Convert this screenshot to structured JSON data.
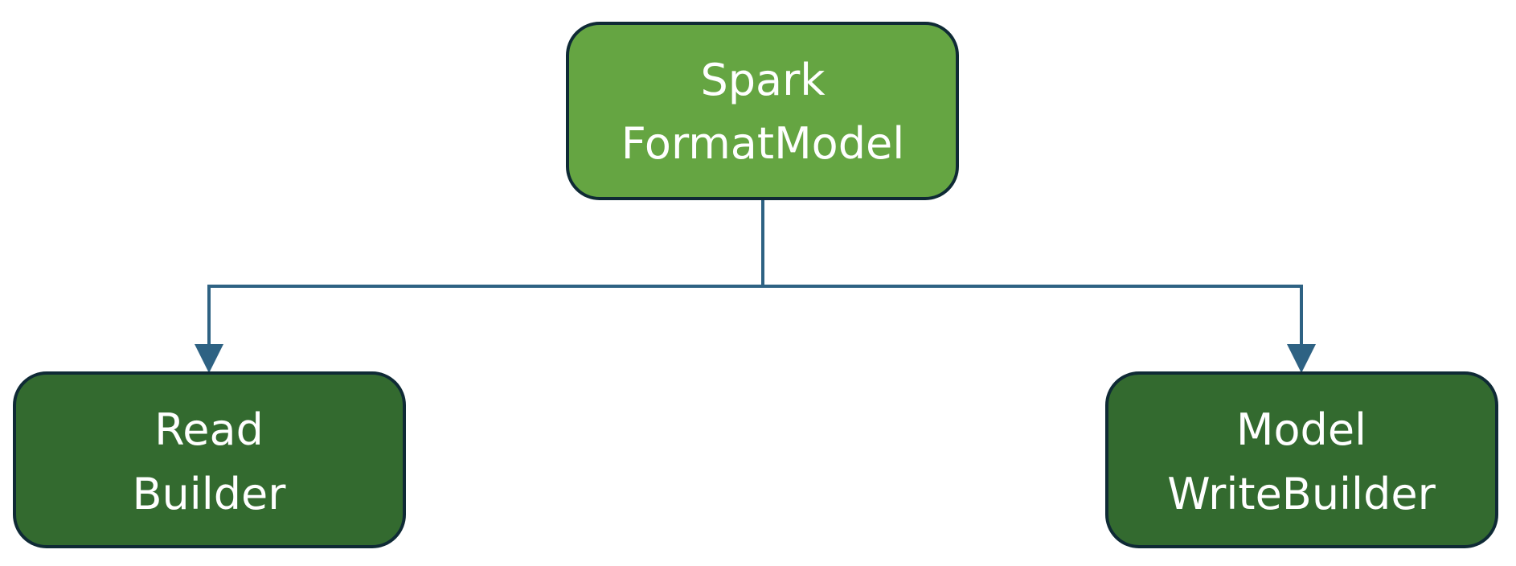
{
  "colors": {
    "root_fill": "#65A542",
    "child_fill": "#336A2F",
    "node_border": "#0F2A35",
    "connector": "#2E6283",
    "text": "#FFFFFF",
    "background": "#FFFFFF"
  },
  "nodes": {
    "root": {
      "line1": "Spark",
      "line2": "FormatModel"
    },
    "left": {
      "line1": "Read",
      "line2": "Builder"
    },
    "right": {
      "line1": "Model",
      "line2": "WriteBuilder"
    }
  }
}
